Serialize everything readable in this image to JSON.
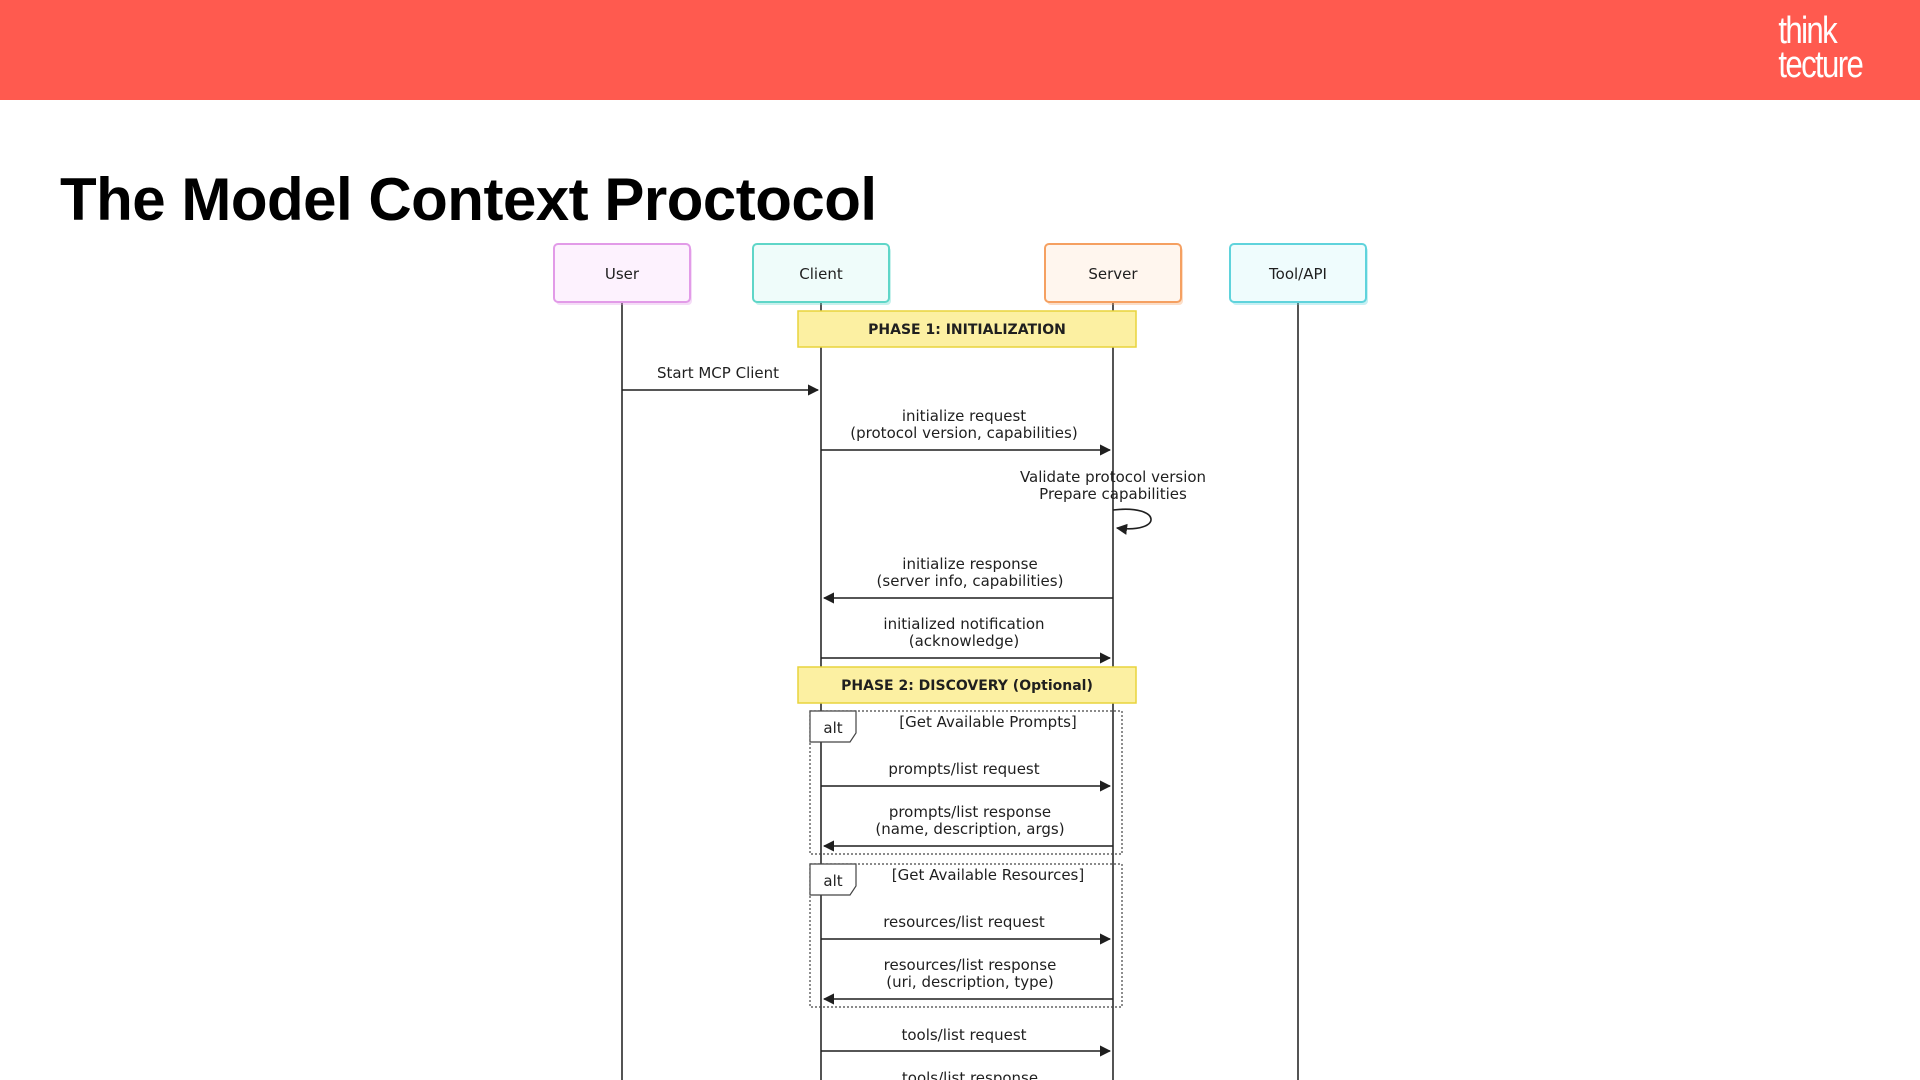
{
  "brand": {
    "logo_line1": "think",
    "logo_line2": "tecture",
    "bar_color": "#ff5a4f"
  },
  "title": "The Model Context Proctocol",
  "participants": [
    {
      "label": "User",
      "stroke": "#e29be8",
      "fill": "#fdf2fe"
    },
    {
      "label": "Client",
      "stroke": "#5fd6c8",
      "fill": "#effcfa"
    },
    {
      "label": "Server",
      "stroke": "#f5a061",
      "fill": "#fff6ee"
    },
    {
      "label": "Tool/API",
      "stroke": "#5fd3dc",
      "fill": "#effcfd"
    }
  ],
  "phases": [
    {
      "label": "PHASE 1: INITIALIZATION",
      "fill": "#fcf0a2",
      "stroke": "#e8d43c"
    },
    {
      "label": "PHASE 2: DISCOVERY (Optional)",
      "fill": "#fcf0a2",
      "stroke": "#e8d43c"
    }
  ],
  "messages": [
    {
      "lines": [
        "Start MCP Client"
      ]
    },
    {
      "lines": [
        "initialize request",
        "(protocol version, capabilities)"
      ]
    },
    {
      "lines": [
        "Validate protocol version",
        "Prepare capabilities"
      ]
    },
    {
      "lines": [
        "initialize response",
        "(server info, capabilities)"
      ]
    },
    {
      "lines": [
        "initialized notification",
        "(acknowledge)"
      ]
    },
    {
      "lines": [
        "prompts/list request"
      ]
    },
    {
      "lines": [
        "prompts/list response",
        "(name, description, args)"
      ]
    },
    {
      "lines": [
        "resources/list request"
      ]
    },
    {
      "lines": [
        "resources/list response",
        "(uri, description, type)"
      ]
    },
    {
      "lines": [
        "tools/list request"
      ]
    },
    {
      "lines": [
        "tools/list response"
      ]
    }
  ],
  "alt_frames": [
    {
      "tag": "alt",
      "condition": "[Get Available Prompts]"
    },
    {
      "tag": "alt",
      "condition": "[Get Available Resources]"
    }
  ]
}
